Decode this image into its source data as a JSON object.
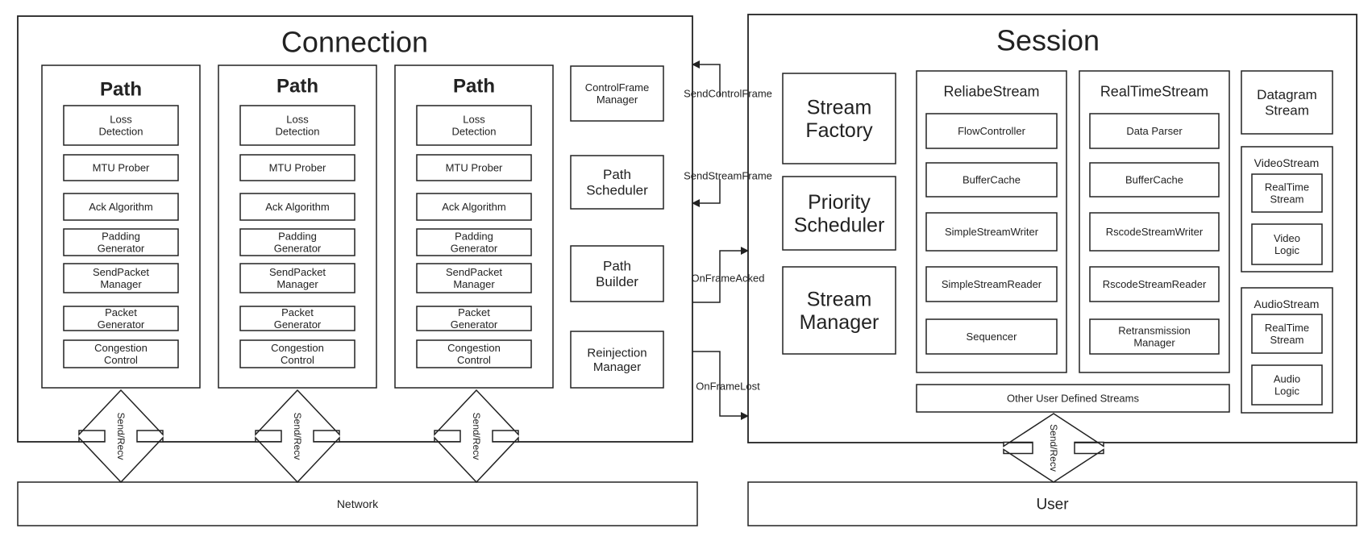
{
  "connection": {
    "title": "Connection",
    "paths": [
      {
        "title": "Path",
        "components": [
          "Loss\nDetection",
          "MTU Prober",
          "Ack Algorithm",
          "Padding\nGenerator",
          "SendPacket\nManager",
          "Packet\nGenerator",
          "Congestion\nControl"
        ]
      },
      {
        "title": "Path",
        "components": [
          "Loss\nDetection",
          "MTU Prober",
          "Ack Algorithm",
          "Padding\nGenerator",
          "SendPacket\nManager",
          "Packet\nGenerator",
          "Congestion\nControl"
        ]
      },
      {
        "title": "Path",
        "components": [
          "Loss\nDetection",
          "MTU Prober",
          "Ack Algorithm",
          "Padding\nGenerator",
          "SendPacket\nManager",
          "Packet\nGenerator",
          "Congestion\nControl"
        ]
      }
    ],
    "managers": [
      "ControlFrame\nManager",
      "Path\nScheduler",
      "Path\nBuilder",
      "Reinjection\nManager"
    ],
    "send_recv_label": "Send/Recv"
  },
  "interfaces": [
    "SendControlFrame",
    "SendStreamFrame",
    "OnFrameAcked",
    "OnFrameLost"
  ],
  "session": {
    "title": "Session",
    "left_blocks": [
      "Stream\nFactory",
      "Priority\nScheduler",
      "Stream\nManager"
    ],
    "reliable_stream": {
      "title": "ReliabeStream",
      "items": [
        "FlowController",
        "BufferCache",
        "SimpleStreamWriter",
        "SimpleStreamReader",
        "Sequencer"
      ]
    },
    "realtime_stream": {
      "title": "RealTimeStream",
      "items": [
        "Data Parser",
        "BufferCache",
        "RscodeStreamWriter",
        "RscodeStreamReader",
        "Retransmission\nManager"
      ]
    },
    "datagram_stream": "Datagram\nStream",
    "video_stream": {
      "title": "VideoStream",
      "items": [
        "RealTime\nStream",
        "Video\nLogic"
      ]
    },
    "audio_stream": {
      "title": "AudioStream",
      "items": [
        "RealTime\nStream",
        "Audio\nLogic"
      ]
    },
    "other_streams": "Other User Defined Streams",
    "send_recv_label": "Send/Recv"
  },
  "bottom": {
    "network": "Network",
    "user": "User"
  }
}
